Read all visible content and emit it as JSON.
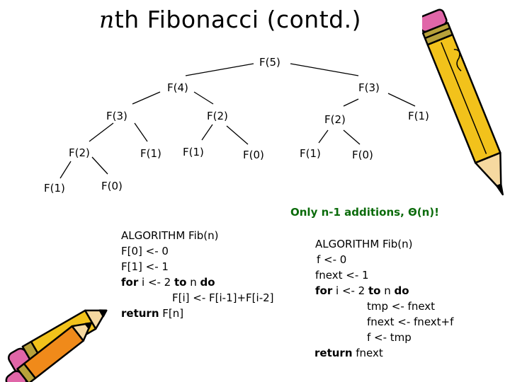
{
  "title": {
    "italic": "n",
    "rest": "th Fibonacci (contd.)"
  },
  "tree": {
    "root": "F(5)",
    "n_f4": "F(4)",
    "n_f3a": "F(3)",
    "n_f3b": "F(3)",
    "n_f2a": "F(2)",
    "n_f2b": "F(2)",
    "n_f1a": "F(1)",
    "n_f2c": "F(2)",
    "n_f1b": "F(1)",
    "n_f1c": "F(1)",
    "n_f0a": "F(0)",
    "n_f1d": "F(1)",
    "n_f0b": "F(0)",
    "n_f1e": "F(1)",
    "n_f0c": "F(0)"
  },
  "note": "Only n-1 additions, Θ(n)!",
  "algo_left": {
    "line1": "ALGORITHM Fib(n)",
    "line2": "F[0] <- 0",
    "line3": "F[1] <- 1",
    "line4_kw1": "for",
    "line4_mid": " i <- 2 ",
    "line4_kw2": "to",
    "line4_n": " n ",
    "line4_kw3": "do",
    "line5": "F[i] <- F[i-1]+F[i-2]",
    "line6_kw": "return",
    "line6_rest": " F[n]"
  },
  "algo_right": {
    "line1": "ALGORITHM Fib(n)",
    "line2": "f <- 0",
    "line3": "fnext <- 1",
    "line4_kw1": "for",
    "line4_mid": " i <- 2 ",
    "line4_kw2": "to",
    "line4_n": " n ",
    "line4_kw3": "do",
    "line5": "tmp <- fnext",
    "line6": "fnext <- fnext+f",
    "line7": "f <- tmp",
    "line8_kw": "return",
    "line8_rest": " fnext"
  },
  "icons": [
    "pencil-icon",
    "pencils-icon"
  ]
}
